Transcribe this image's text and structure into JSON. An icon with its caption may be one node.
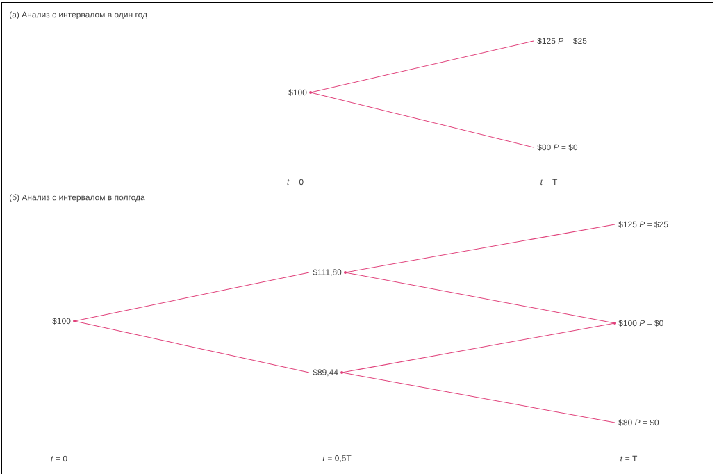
{
  "diagram": {
    "nodes": [
      {
        "text": [
          "$100"
        ]
      },
      {
        "text": [
          "$125 *P* = $25"
        ]
      },
      {
        "text": [
          "$80 *P* = $0"
        ]
      },
      {
        "text": [
          "$100"
        ]
      },
      {
        "text": [
          "$111,80"
        ]
      },
      {
        "text": [
          "$89,44"
        ]
      },
      {
        "text": [
          "$125 *P* = $25"
        ]
      },
      {
        "text": [
          "$100 *P* = $0"
        ]
      },
      {
        "text": [
          "$80 *P* = $0"
        ]
      }
    ],
    "edges": [
      {
        "from": 0,
        "to": 1,
        "arrow": "none"
      },
      {
        "from": 0,
        "to": 2,
        "arrow": "none"
      },
      {
        "from": 3,
        "to": 4,
        "arrow": "none"
      },
      {
        "from": 3,
        "to": 5,
        "arrow": "none"
      },
      {
        "from": 4,
        "to": 6,
        "arrow": "none"
      },
      {
        "from": 4,
        "to": 7,
        "arrow": "none"
      },
      {
        "from": 5,
        "to": 7,
        "arrow": "none"
      },
      {
        "from": 5,
        "to": 8,
        "arrow": "none"
      }
    ],
    "labels": [
      "(а) Анализ с интервалом в один год",
      "*t* = 0",
      "*t* = T",
      "(б) Анализ с интервалом в полгода",
      "*t* = 0",
      "*t* = 0,5T",
      "*t* = T"
    ]
  }
}
